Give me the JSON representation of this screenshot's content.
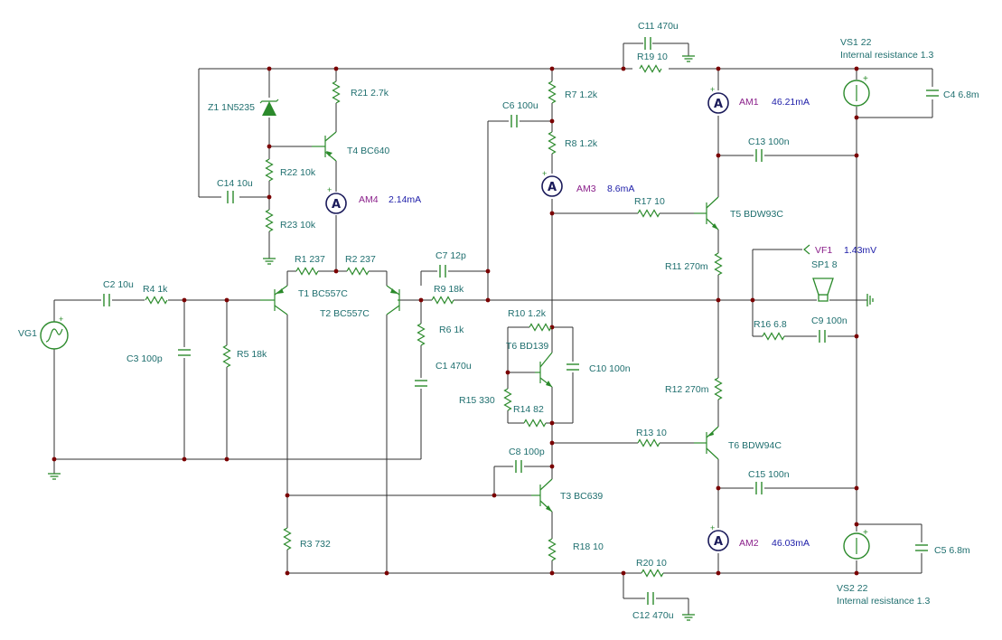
{
  "components": {
    "vs1": {
      "name": "VS1 22",
      "note": "Internal resistance 1.3"
    },
    "vs2": {
      "name": "VS2 22",
      "note": "Internal resistance 1.3"
    },
    "c11": "C11 470u",
    "r19": "R19 10",
    "c4": "C4 6.8m",
    "am1": {
      "name": "AM1",
      "value": "46.21mA"
    },
    "z1": "Z1 1N5235",
    "r21": "R21 2.7k",
    "t4": "T4 BC640",
    "r22": "R22 10k",
    "c14": "C14 10u",
    "am4": {
      "name": "AM4",
      "value": "2.14mA"
    },
    "r23": "R23 10k",
    "r7": "R7 1.2k",
    "c6": "C6 100u",
    "r8": "R8 1.2k",
    "c13": "C13 100n",
    "am3": {
      "name": "AM3",
      "value": "8.6mA"
    },
    "r17": "R17 10",
    "t5": "T5 BDW93C",
    "vf1": {
      "name": "VF1",
      "value": "1.43mV"
    },
    "sp1": "SP1 8",
    "r11": "R11 270m",
    "r1": "R1 237",
    "r2": "R2 237",
    "c7": "C7 12p",
    "c2": "C2 10u",
    "r4": "R4 1k",
    "t1": "T1 BC557C",
    "r9": "R9 18k",
    "t2": "T2 BC557C",
    "vg1": "VG1",
    "r10": "R10 1.2k",
    "r16": "R16 6.8",
    "c9": "C9 100n",
    "r6": "R6 1k",
    "t6a": "T6 BD139",
    "c3": "C3 100p",
    "r5": "R5 18k",
    "c1": "C1 470u",
    "c10": "C10 100n",
    "r12": "R12 270m",
    "r15": "R15 330",
    "r14": "R14 82",
    "r13": "R13 10",
    "t6b": "T6 BDW94C",
    "c8": "C8 100p",
    "c15": "C15 100n",
    "t3": "T3 BC639",
    "r3": "R3 732",
    "r18": "R18 10",
    "am2": {
      "name": "AM2",
      "value": "46.03mA"
    },
    "r20": "R20 10",
    "c5": "C5 6.8m",
    "c12": "C12 470u"
  },
  "symbols": {
    "ammeter_letter": "A",
    "plus": "+"
  },
  "icons": [
    "resistor-icon",
    "capacitor-icon",
    "zener-diode-icon",
    "transistor-icon",
    "ammeter-icon",
    "voltage-source-icon",
    "signal-generator-icon",
    "speaker-icon",
    "ground-icon"
  ]
}
